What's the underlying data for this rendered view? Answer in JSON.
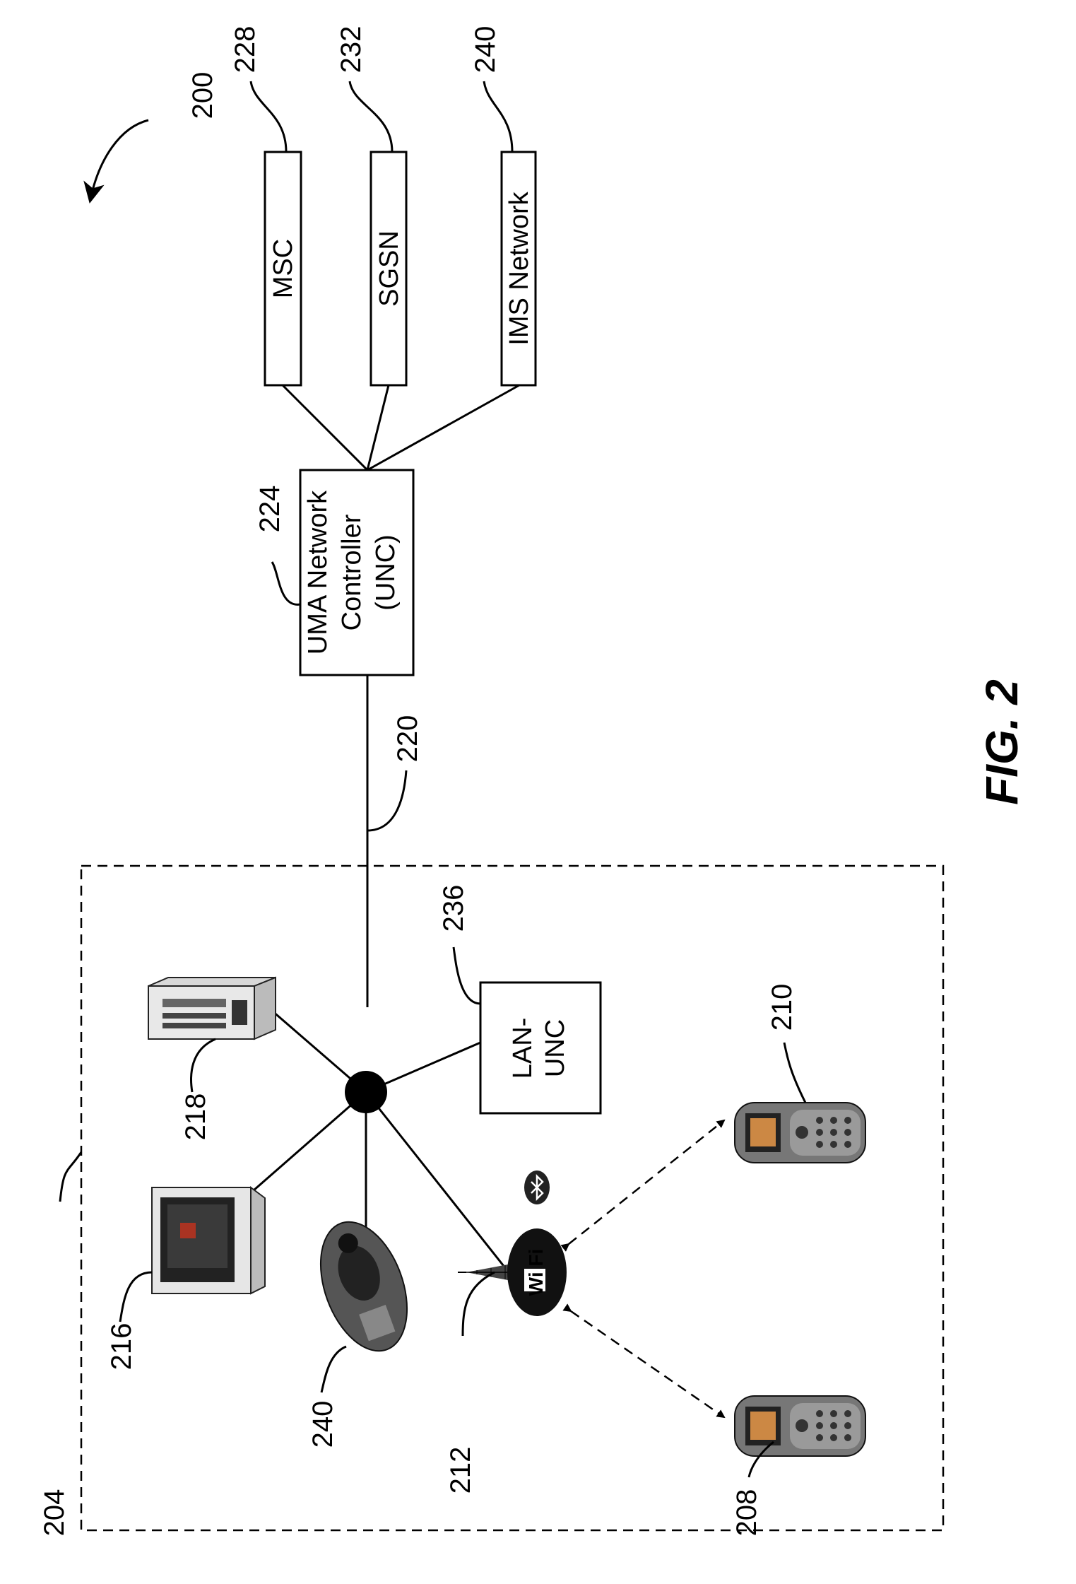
{
  "figure": {
    "caption": "FIG. 2",
    "ref": "200"
  },
  "nodes": {
    "msc": {
      "label": "MSC",
      "ref": "228"
    },
    "sgsn": {
      "label": "SGSN",
      "ref": "232"
    },
    "ims": {
      "label": "IMS Network",
      "ref": "240"
    },
    "unc": {
      "label_lines": [
        "UMA Network",
        "Controller",
        "(UNC)"
      ],
      "ref": "224"
    },
    "link": {
      "ref": "220"
    },
    "lan": {
      "ref": "204"
    },
    "lan_unc": {
      "label_lines": [
        "LAN-",
        "UNC"
      ],
      "ref": "236"
    },
    "server": {
      "ref": "218"
    },
    "computer": {
      "ref": "216"
    },
    "camera": {
      "ref": "240"
    },
    "access_point": {
      "ref": "212",
      "badge": "Wi Fi"
    },
    "phone_a": {
      "ref": "210"
    },
    "phone_b": {
      "ref": "208"
    }
  }
}
